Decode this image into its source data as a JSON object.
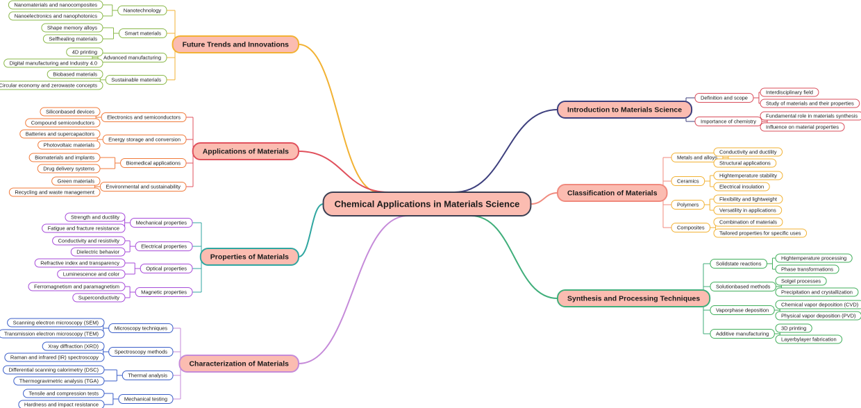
{
  "root": {
    "label": "Chemical Applications in Materials Science"
  },
  "colors": {
    "root_fill": "#fbbcb1",
    "root_stroke": "#3b3f52",
    "topic_fill": "#fbbcb1",
    "node_fill": "#ffffff",
    "text": "#1a1a1a"
  },
  "branches": [
    {
      "label": "Introduction to Materials Science",
      "side": "right",
      "color": "#3d3f7d",
      "children": [
        {
          "label": "Definition and scope",
          "color": "#d94c5a",
          "children": [
            "Interdisciplinary field",
            "Study of materials and their properties"
          ]
        },
        {
          "label": "Importance of chemistry",
          "color": "#d94c5a",
          "children": [
            "Fundamental role in materials synthesis",
            "Influence on material properties"
          ]
        }
      ]
    },
    {
      "label": "Classification of Materials",
      "side": "right",
      "color": "#f08a7e",
      "children": [
        {
          "label": "Metals and alloys",
          "color": "#f2b233",
          "children": [
            "Conductivity and ductility",
            "Structural applications"
          ]
        },
        {
          "label": "Ceramics",
          "color": "#f2b233",
          "children": [
            "Hightemperature stability",
            "Electrical insulation"
          ]
        },
        {
          "label": "Polymers",
          "color": "#f2b233",
          "children": [
            "Flexibility and lightweight",
            "Versatility in applications"
          ]
        },
        {
          "label": "Composites",
          "color": "#f2b233",
          "children": [
            "Combination of materials",
            "Tailored properties for specific uses"
          ]
        }
      ]
    },
    {
      "label": "Synthesis and Processing Techniques",
      "side": "right",
      "color": "#3fae7a",
      "children": [
        {
          "label": "Solidstate reactions",
          "color": "#3fae5a",
          "children": [
            "Hightemperature processing",
            "Phase transformations"
          ]
        },
        {
          "label": "Solutionbased methods",
          "color": "#3fae5a",
          "children": [
            "Solgel processes",
            "Precipitation and crystallization"
          ]
        },
        {
          "label": "Vaporphase deposition",
          "color": "#3fae5a",
          "children": [
            "Chemical vapor deposition (CVD)",
            "Physical vapor deposition (PVD)"
          ]
        },
        {
          "label": "Additive manufacturing",
          "color": "#3fae5a",
          "children": [
            "3D printing",
            "Layerbylayer fabrication"
          ]
        }
      ]
    },
    {
      "label": "Future Trends and Innovations",
      "side": "left",
      "color": "#f2b233",
      "children": [
        {
          "label": "Nanotechnology",
          "color": "#8ab84a",
          "children": [
            "Nanomaterials and nanocomposites",
            "Nanoelectronics and nanophotonics"
          ]
        },
        {
          "label": "Smart materials",
          "color": "#8ab84a",
          "children": [
            "Shape memory alloys",
            "Selfhealing materials"
          ]
        },
        {
          "label": "Advanced manufacturing",
          "color": "#8ab84a",
          "children": [
            "4D printing",
            "Digital manufacturing and Industry 4.0"
          ]
        },
        {
          "label": "Sustainable materials",
          "color": "#8ab84a",
          "children": [
            "Biobased materials",
            "Circular economy and zerowaste concepts"
          ]
        }
      ]
    },
    {
      "label": "Applications of Materials",
      "side": "left",
      "color": "#e0505c",
      "children": [
        {
          "label": "Electronics and semiconductors",
          "color": "#f07a3a",
          "children": [
            "Siliconbased devices",
            "Compound semiconductors"
          ]
        },
        {
          "label": "Energy storage and conversion",
          "color": "#f07a3a",
          "children": [
            "Batteries and supercapacitors",
            "Photovoltaic materials"
          ]
        },
        {
          "label": "Biomedical applications",
          "color": "#f07a3a",
          "children": [
            "Biomaterials and implants",
            "Drug delivery systems"
          ]
        },
        {
          "label": "Environmental and sustainability",
          "color": "#f07a3a",
          "children": [
            "Green materials",
            "Recycling and waste management"
          ]
        }
      ]
    },
    {
      "label": "Properties of Materials",
      "side": "left",
      "color": "#2fa6a0",
      "children": [
        {
          "label": "Mechanical properties",
          "color": "#a64ad9",
          "children": [
            "Strength and ductility",
            "Fatigue and fracture resistance"
          ]
        },
        {
          "label": "Electrical properties",
          "color": "#a64ad9",
          "children": [
            "Conductivity and resistivity",
            "Dielectric behavior"
          ]
        },
        {
          "label": "Optical properties",
          "color": "#a64ad9",
          "children": [
            "Refractive index and transparency",
            "Luminescence and color"
          ]
        },
        {
          "label": "Magnetic properties",
          "color": "#a64ad9",
          "children": [
            "Ferromagnetism and paramagnetism",
            "Superconductivity"
          ]
        }
      ]
    },
    {
      "label": "Characterization of Materials",
      "side": "left",
      "color": "#c58ad9",
      "children": [
        {
          "label": "Microscopy techniques",
          "color": "#3a5ec8",
          "children": [
            "Scanning electron microscopy (SEM)",
            "Transmission electron microscopy (TEM)"
          ]
        },
        {
          "label": "Spectroscopy methods",
          "color": "#3a5ec8",
          "children": [
            "Xray diffraction (XRD)",
            "Raman and infrared (IR) spectroscopy"
          ]
        },
        {
          "label": "Thermal analysis",
          "color": "#3a5ec8",
          "children": [
            "Differential scanning calorimetry (DSC)",
            "Thermogravimetric analysis (TGA)"
          ]
        },
        {
          "label": "Mechanical testing",
          "color": "#3a5ec8",
          "children": [
            "Tensile and compression tests",
            "Hardness and impact resistance"
          ]
        }
      ]
    }
  ]
}
